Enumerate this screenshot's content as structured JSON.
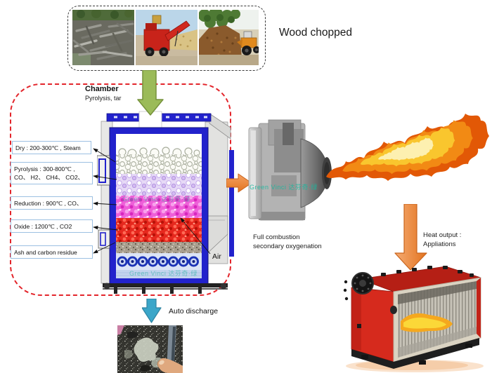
{
  "wood": {
    "label": "Wood chopped",
    "photos": [
      {
        "name": "log-pile"
      },
      {
        "name": "wood-chipper-machine"
      },
      {
        "name": "wood-chips-and-loader"
      }
    ]
  },
  "chamber": {
    "title": "Chamber",
    "subtitle": "Pyrolysis, tar",
    "stages": [
      {
        "text": "Dry : 200-300℃ , Steam"
      },
      {
        "text": "Pyrolysis : 300-800℃ ,\nCO、 H2、 CH4、 CO2、"
      },
      {
        "text": "Reduction : 900℃ , CO、"
      },
      {
        "text": "Oxide : 1200℃ , CO2"
      },
      {
        "text": "Ash and carbon residue"
      }
    ],
    "air_label": "Air",
    "watermark": "Green Vinci 达芬奇·绿"
  },
  "burner": {
    "caption": "Full combustion\nsecondary oxygenation",
    "watermark": "Green Vinci 达芬奇·绿"
  },
  "heat_output": {
    "label": "Heat output :\nAppliations"
  },
  "discharge": {
    "label": "Auto discharge"
  },
  "colors": {
    "feed_arrow_green": "#9BBB59",
    "flow_arrow_orange": "#ED7D31",
    "discharge_arrow_teal": "#3BA6C9",
    "chamber_frame_blue": "#2222CC",
    "boundary_red": "#E3252B"
  }
}
